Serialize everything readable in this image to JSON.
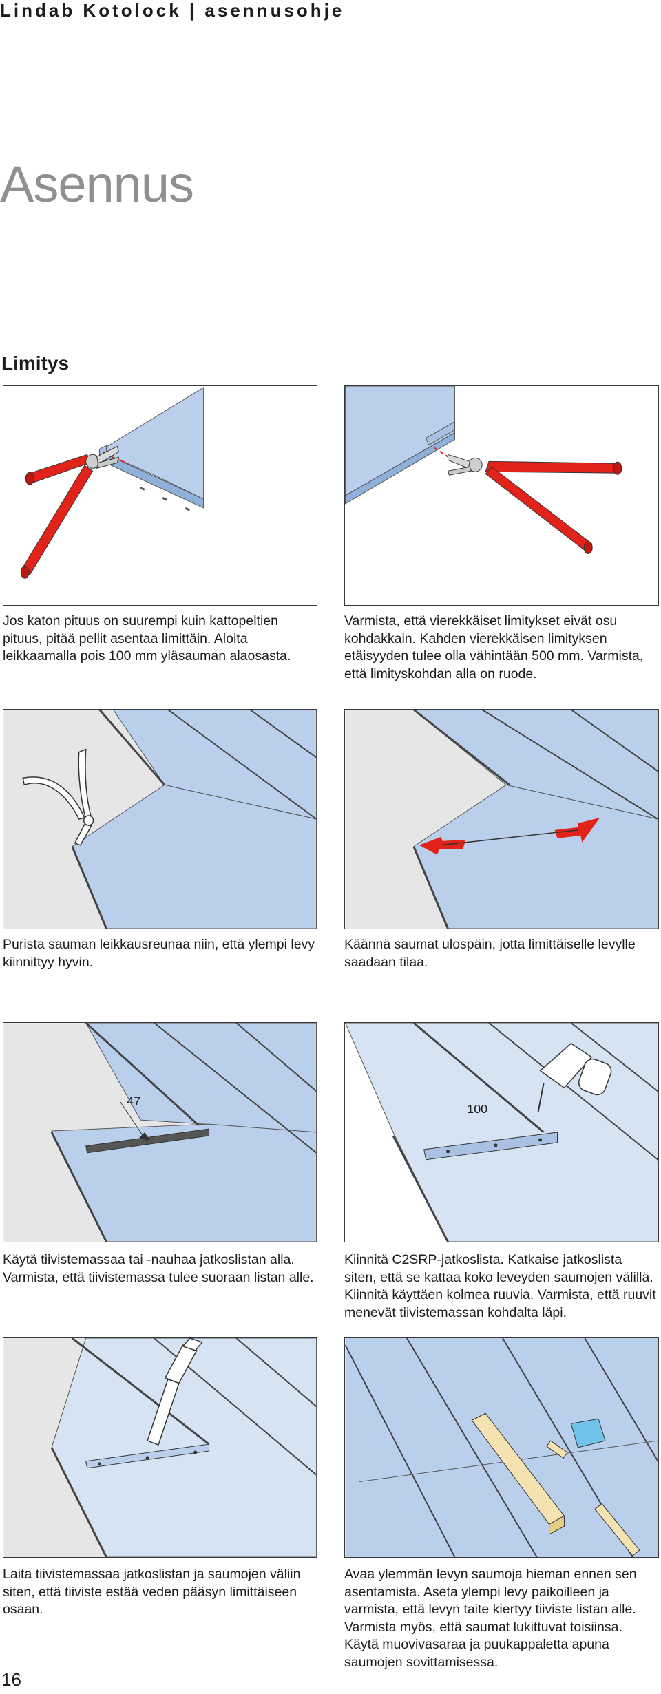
{
  "header": {
    "brand": "Lindab Kotolock",
    "sep": "|",
    "subtitle": "asennusohje"
  },
  "title": "Asennus",
  "section": "Limitys",
  "captions": [
    "Jos katon pituus on suurempi kuin kattopeltien pituus, pitää pellit asentaa limittäin. Aloita leikkaamalla pois 100 mm yläsauman alaosasta.",
    "Varmista, että vierekkäiset limitykset eivät osu kohdakkain. Kahden vierekkäisen limityksen etäisyyden tulee olla vähintään 500 mm. Varmista, että limityskohdan alla on ruode.",
    "Purista sauman leikkausreunaa niin, että ylempi levy kiinnittyy hyvin.",
    "Käännä saumat ulospäin, jotta limittäiselle levylle saadaan tilaa.",
    "Käytä tiivistemassaa tai -nauhaa jatkoslistan alla. Varmista, että tiivistemassa tulee suoraan listan alle.",
    "Kiinnitä C2SRP-jatkoslista. Katkaise jatkoslista siten, että se kattaa koko leveyden saumojen välillä. Kiinnitä käyttäen kolmea ruuvia. Varmista, että ruuvit menevät tiivistemassan kohdalta läpi.",
    "Laita tiivistemassaa jatkoslistan ja saumojen väliin siten, että tiiviste estää veden pääsyn limittäiseen osaan.",
    "Avaa ylemmän levyn saumoja hieman ennen sen asentamista. Aseta ylempi levy paikoilleen ja varmista, että levyn taite kiertyy tiiviste listan alle. Varmista myös, että saumat lukittuvat toisiinsa. Käytä muovivasaraa ja puukappaletta apuna saumojen sovittamisessa."
  ],
  "dimensions": {
    "fig5": "47",
    "fig6": "100"
  },
  "page_number": "16",
  "colors": {
    "sheet": "#b9cfeb",
    "sheet_light": "#d6e3f3",
    "tool_red": "#e2231a",
    "background_grey": "#e6e6e6",
    "title_grey": "#909090"
  }
}
